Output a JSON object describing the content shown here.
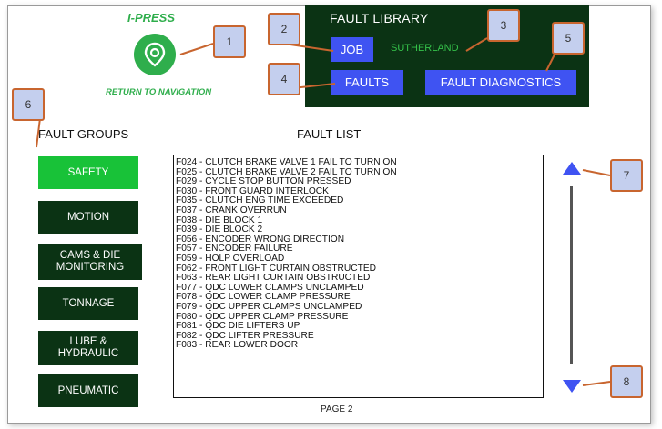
{
  "app": {
    "brand": "I-PRESS",
    "nav_label": "RETURN TO NAVIGATION",
    "nav_icon": "location-pin-icon"
  },
  "library": {
    "title": "FAULT LIBRARY",
    "job_label": "JOB",
    "job_value": "SUTHERLAND",
    "faults_label": "FAULTS",
    "diagnostics_label": "FAULT DIAGNOSTICS"
  },
  "groups": {
    "title": "FAULT GROUPS",
    "items": [
      {
        "label": "SAFETY"
      },
      {
        "label": "MOTION"
      },
      {
        "label": "CAMS & DIE MONITORING"
      },
      {
        "label": "TONNAGE"
      },
      {
        "label": "LUBE & HYDRAULIC"
      },
      {
        "label": "PNEUMATIC"
      }
    ]
  },
  "fault_list": {
    "title": "FAULT LIST",
    "items": [
      "F024 - CLUTCH BRAKE VALVE 1 FAIL TO TURN ON",
      "F025 - CLUTCH BRAKE VALVE 2 FAIL TO TURN ON",
      "F029 - CYCLE  STOP BUTTON PRESSED",
      "F030 - FRONT GUARD INTERLOCK",
      "F035 - CLUTCH ENG TIME EXCEEDED",
      "F037 - CRANK OVERRUN",
      "F038 - DIE BLOCK 1",
      "F039 - DIE BLOCK 2",
      "F056 - ENCODER  WRONG DIRECTION",
      "F057 - ENCODER FAILURE",
      "F059 - HOLP OVERLOAD",
      "F062 - FRONT LIGHT CURTAIN OBSTRUCTED",
      "F063 - REAR LIGHT CURTAIN OBSTRUCTED",
      "F077 - QDC LOWER CLAMPS UNCLAMPED",
      "F078 - QDC LOWER CLAMP PRESSURE",
      "F079 - QDC UPPER CLAMPS UNCLAMPED",
      "F080 - QDC UPPER CLAMP PRESSURE",
      "F081 - QDC DIE LIFTERS UP",
      "F082 - QDC LIFTER PRESSURE",
      "F083 - REAR LOWER DOOR"
    ],
    "page_label": "PAGE  2"
  },
  "callouts": [
    "1",
    "2",
    "3",
    "4",
    "5",
    "6",
    "7",
    "8"
  ],
  "colors": {
    "brand_green": "#2fae4c",
    "panel_dark_green": "#0b3314",
    "active_green": "#18c238",
    "button_blue": "#3f53f2",
    "callout_fill": "#c4cfee",
    "callout_border": "#c8652f"
  }
}
